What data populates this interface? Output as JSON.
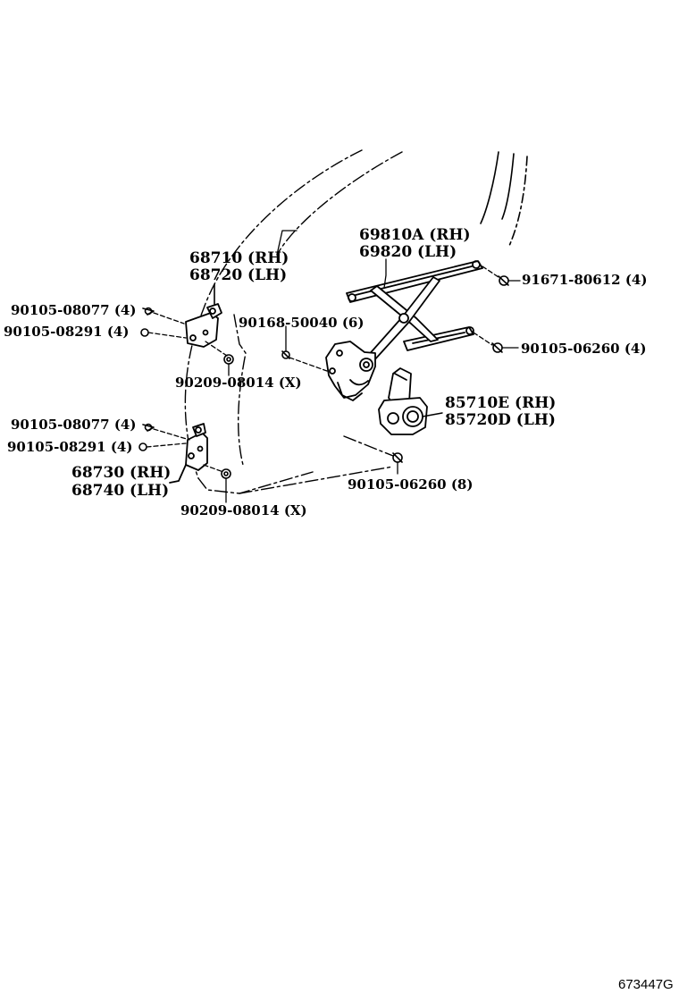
{
  "diagram": {
    "callouts": {
      "p_68710_rh": "68710 (RH)",
      "p_68720_lh": "68720 (LH)",
      "p_69810a_rh": "69810A (RH)",
      "p_69820_lh": "69820 (LH)",
      "p_91671_80612": "91671-80612 (4)",
      "p_90105_08077_top": "90105-08077 (4)",
      "p_90105_08291_top": "90105-08291 (4)",
      "p_90168_50040": "90168-50040 (6)",
      "p_90105_06260_4": "90105-06260 (4)",
      "p_90209_08014_top": "90209-08014 (X)",
      "p_85710e_rh": "85710E (RH)",
      "p_85720d_lh": "85720D (LH)",
      "p_90105_08077_bot": "90105-08077 (4)",
      "p_90105_08291_bot": "90105-08291 (4)",
      "p_68730_rh": "68730 (RH)",
      "p_68740_lh": "68740 (LH)",
      "p_90105_06260_8": "90105-06260 (8)",
      "p_90209_08014_bot": "90209-08014 (X)"
    },
    "figure_number": "673447G"
  }
}
